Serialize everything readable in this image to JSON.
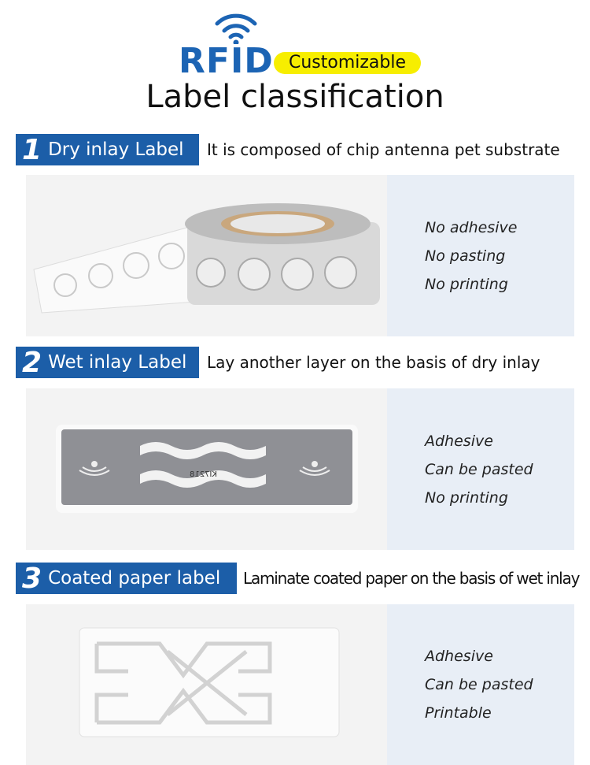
{
  "header": {
    "brand": "RFID",
    "tag": "Customizable",
    "title": "Label classification"
  },
  "sections": [
    {
      "number": "1",
      "name": "Dry inlay Label",
      "description": "It is composed of chip antenna pet substrate",
      "features": [
        "No adhesive",
        "No pasting",
        "No printing"
      ]
    },
    {
      "number": "2",
      "name": "Wet inlay Label",
      "description": "Lay another layer on the basis of dry inlay",
      "features": [
        "Adhesive",
        "Can be pasted",
        "No printing"
      ],
      "inlay_code": "KI7218"
    },
    {
      "number": "3",
      "name": "Coated paper label",
      "description": "Laminate coated paper on the basis of wet inlay",
      "features": [
        "Adhesive",
        "Can be pasted",
        "Printable"
      ]
    }
  ],
  "colors": {
    "brand_blue": "#1c64b4",
    "badge_blue": "#1c5ea8",
    "highlight": "#f7ee00"
  }
}
